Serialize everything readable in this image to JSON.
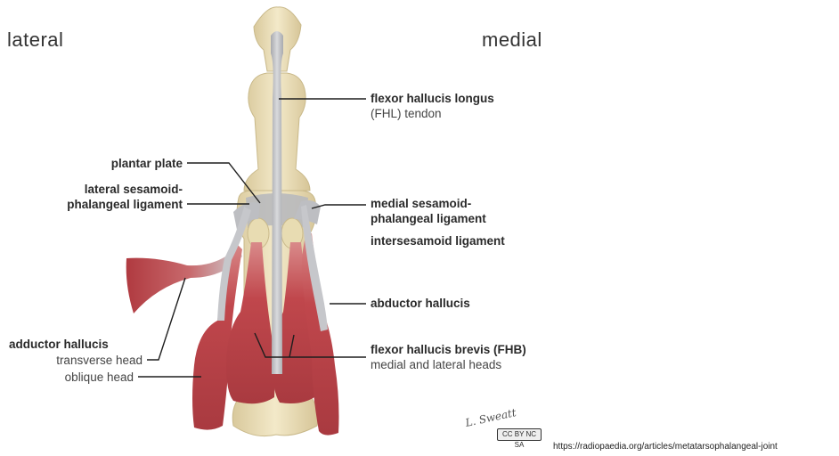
{
  "orientation": {
    "left": "lateral",
    "right": "medial"
  },
  "labels": {
    "fhl_line1": "flexor hallucis longus",
    "fhl_line2": "(FHL) tendon",
    "plantar_plate": "plantar plate",
    "lat_sesamoid_line1": "lateral sesamoid-",
    "lat_sesamoid_line2": "phalangeal ligament",
    "med_sesamoid_line1": "medial sesamoid-",
    "med_sesamoid_line2": "phalangeal ligament",
    "intersesamoid": "intersesamoid ligament",
    "abductor": "abductor hallucis",
    "adductor": "adductor hallucis",
    "adductor_transverse": "transverse head",
    "adductor_oblique": "oblique head",
    "fhb": "flexor hallucis brevis (FHB)",
    "fhb_sub": "medial and lateral heads"
  },
  "attribution": {
    "signature": "L. Sweatt",
    "license": "CC BY NC SA",
    "url": "https://radiopaedia.org/articles/metatarsophalangeal-joint"
  },
  "colors": {
    "bone": "#efe3bd",
    "bone_shade": "#d9c99c",
    "tendon": "#c9cacd",
    "tendon_dark": "#a9aaae",
    "muscle": "#c0474c",
    "muscle_dark": "#9e3036"
  }
}
